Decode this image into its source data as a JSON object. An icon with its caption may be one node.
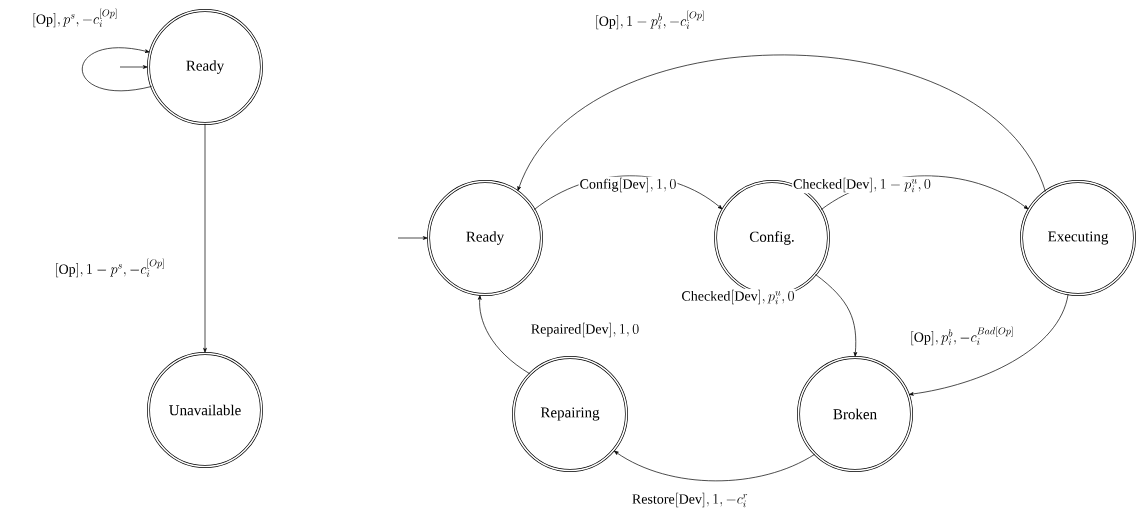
{
  "diagram": {
    "nodes": [
      {
        "text": [
          "Ready"
        ]
      },
      {
        "text": [
          "Unavailable"
        ]
      },
      {
        "text": [
          "Ready"
        ]
      },
      {
        "text": [
          "Config."
        ]
      },
      {
        "text": [
          "Executing"
        ]
      },
      {
        "text": [
          "Repairing"
        ]
      },
      {
        "text": [
          "Broken"
        ]
      }
    ],
    "edges": [
      {
        "from": 0,
        "to": 0,
        "arrow": "to",
        "label": "[\\mathrm{Op}], p^s, -c_i^{[Op]}"
      },
      {
        "from": null,
        "to": 0,
        "arrow": "to"
      },
      {
        "from": 0,
        "to": 1,
        "arrow": "to",
        "label": "[\\mathrm{Op}], 1-p^s, -c_i^{[Op]}"
      },
      {
        "from": null,
        "to": 2,
        "arrow": "to"
      },
      {
        "from": 2,
        "to": 3,
        "arrow": "to",
        "label": "\\mathrm{Config}[\\mathrm{Dev}], 1, 0"
      },
      {
        "from": 3,
        "to": 4,
        "arrow": "to",
        "label": "\\mathrm{Checked}[\\mathrm{Dev}], 1-p_i^u, 0"
      },
      {
        "from": 4,
        "to": 2,
        "arrow": "to",
        "label": "[\\mathrm{Op}], 1-p_i^b, -c_i^{[Op]}"
      },
      {
        "from": 3,
        "to": 6,
        "arrow": "to",
        "label": "\\mathrm{Checked}[\\mathrm{Dev}], p_i^u, 0"
      },
      {
        "from": 4,
        "to": 6,
        "arrow": "to",
        "label": "[\\mathrm{Op}], p_i^b, -c_i^{Bad[Op]}"
      },
      {
        "from": 6,
        "to": 5,
        "arrow": "to",
        "label": "\\mathrm{Restore}[\\mathrm{Dev}], 1, -c_i^r"
      },
      {
        "from": 5,
        "to": 2,
        "arrow": "to",
        "label": "\\mathrm{Repaired}[\\mathrm{Dev}], 1, 0"
      }
    ]
  }
}
